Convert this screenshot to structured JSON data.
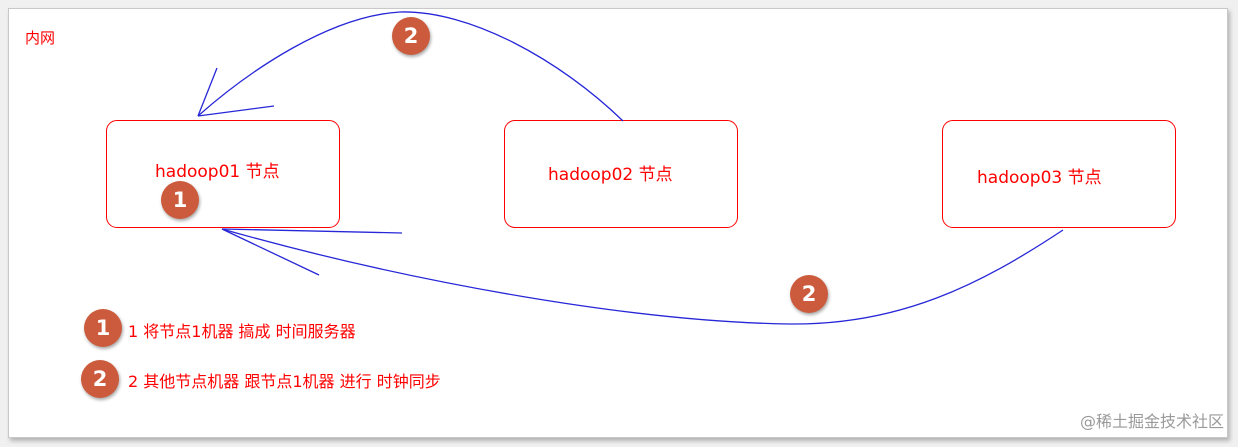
{
  "zone_label": "内网",
  "nodes": [
    {
      "label": "hadoop01 节点"
    },
    {
      "label": "hadoop02 节点"
    },
    {
      "label": "hadoop03 节点"
    }
  ],
  "badges": {
    "one": "1",
    "two": "2"
  },
  "legend": [
    {
      "badge": "1",
      "text": "1 将节点1机器 搞成 时间服务器"
    },
    {
      "badge": "2",
      "text": "2 其他节点机器   跟节点1机器  进行 时钟同步"
    }
  ],
  "watermark": "@稀土掘金技术社区",
  "colors": {
    "node_border": "#ff0000",
    "arrow": "#2727d8",
    "badge": "#cc5a3c",
    "text": "#ff0000"
  }
}
